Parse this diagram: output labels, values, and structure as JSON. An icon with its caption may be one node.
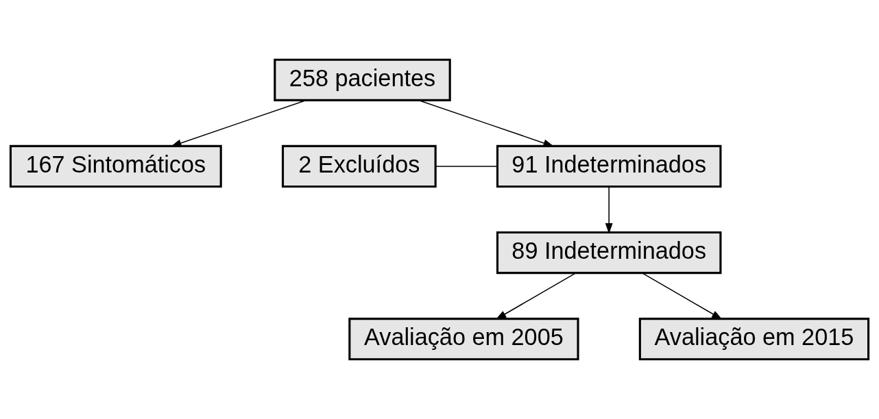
{
  "diagram": {
    "nodes": [
      {
        "text": [
          "258 pacientes"
        ]
      },
      {
        "text": [
          "2 Excluídos"
        ]
      },
      {
        "text": [
          "91 Indeterminados"
        ]
      },
      {
        "text": [
          "167 Sintomáticos"
        ]
      },
      {
        "text": [
          "89 Indeterminados"
        ]
      },
      {
        "text": [
          "Avaliação em 2005"
        ]
      },
      {
        "text": [
          "Avaliação em 2015"
        ]
      }
    ],
    "edges": [
      {
        "from": 0,
        "to": 2,
        "arrow": "to"
      },
      {
        "from": 0,
        "to": 3,
        "arrow": "to"
      },
      {
        "from": 1,
        "to": 2,
        "arrow": "none"
      },
      {
        "from": 2,
        "to": 4,
        "arrow": "to"
      },
      {
        "from": 4,
        "to": 5,
        "arrow": "to"
      },
      {
        "from": 4,
        "to": 6,
        "arrow": "to"
      }
    ]
  }
}
